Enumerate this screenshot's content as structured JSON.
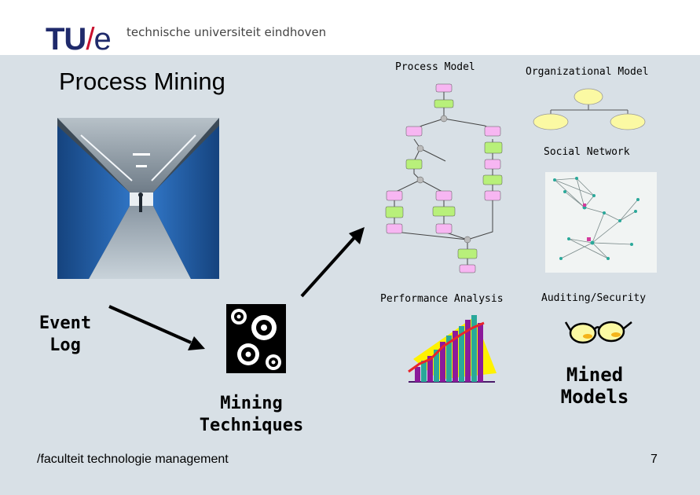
{
  "header": {
    "logo_tu": "TU",
    "logo_slash": "/",
    "logo_e": "e",
    "university": "technische universiteit eindhoven"
  },
  "slide": {
    "title": "Process Mining",
    "labels": {
      "process_model": "Process Model",
      "organizational_model": "Organizational Model",
      "social_network": "Social Network",
      "performance_analysis": "Performance Analysis",
      "auditing_security": "Auditing/Security",
      "event_log_line1": "Event",
      "event_log_line2": "Log",
      "mining_techniques_line1": "Mining",
      "mining_techniques_line2": "Techniques",
      "mined_models_line1": "Mined",
      "mined_models_line2": "Models"
    },
    "colors": {
      "node_pink": "#f7b6f2",
      "node_green": "#b8f07a",
      "org_yellow": "#fbf9a3",
      "bar_purple": "#8b1a9b",
      "bar_teal": "#2aa89a",
      "chart_bg": "#fff200",
      "line_red": "#e8252b",
      "server_blue": "#2a68b8"
    }
  },
  "footer": {
    "text": "/faculteit technologie management",
    "page_number": "7"
  }
}
